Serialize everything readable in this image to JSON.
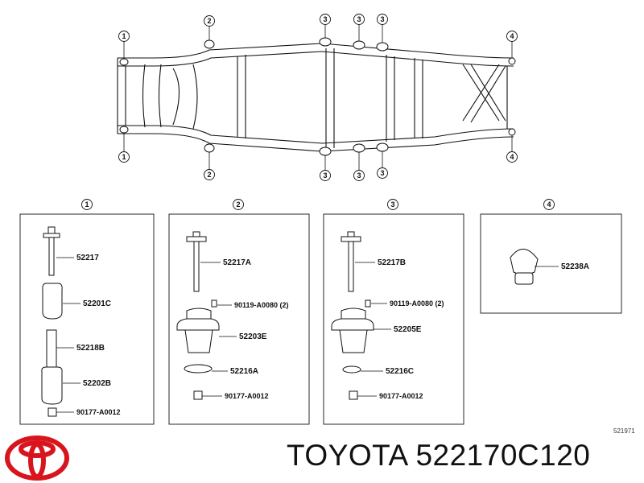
{
  "callouts": [
    "1",
    "2",
    "3",
    "4"
  ],
  "panel1": {
    "header": "1",
    "parts": [
      "52217",
      "52201C",
      "52218B",
      "52202B",
      "90177-A0012"
    ]
  },
  "panel2": {
    "header": "2",
    "parts": [
      "52217A",
      "90119-A0080 (2)",
      "52203E",
      "52216A",
      "90177-A0012"
    ]
  },
  "panel3": {
    "header": "3",
    "parts": [
      "52217B",
      "90119-A0080 (2)",
      "52205E",
      "52216C",
      "90177-A0012"
    ]
  },
  "panel4": {
    "header": "4",
    "parts": [
      "52238A"
    ]
  },
  "diagram_id": "521971",
  "brand": "TOYOTA",
  "part_number": "522170C120",
  "colors": {
    "logo": "#d8151d",
    "line": "#111111"
  }
}
